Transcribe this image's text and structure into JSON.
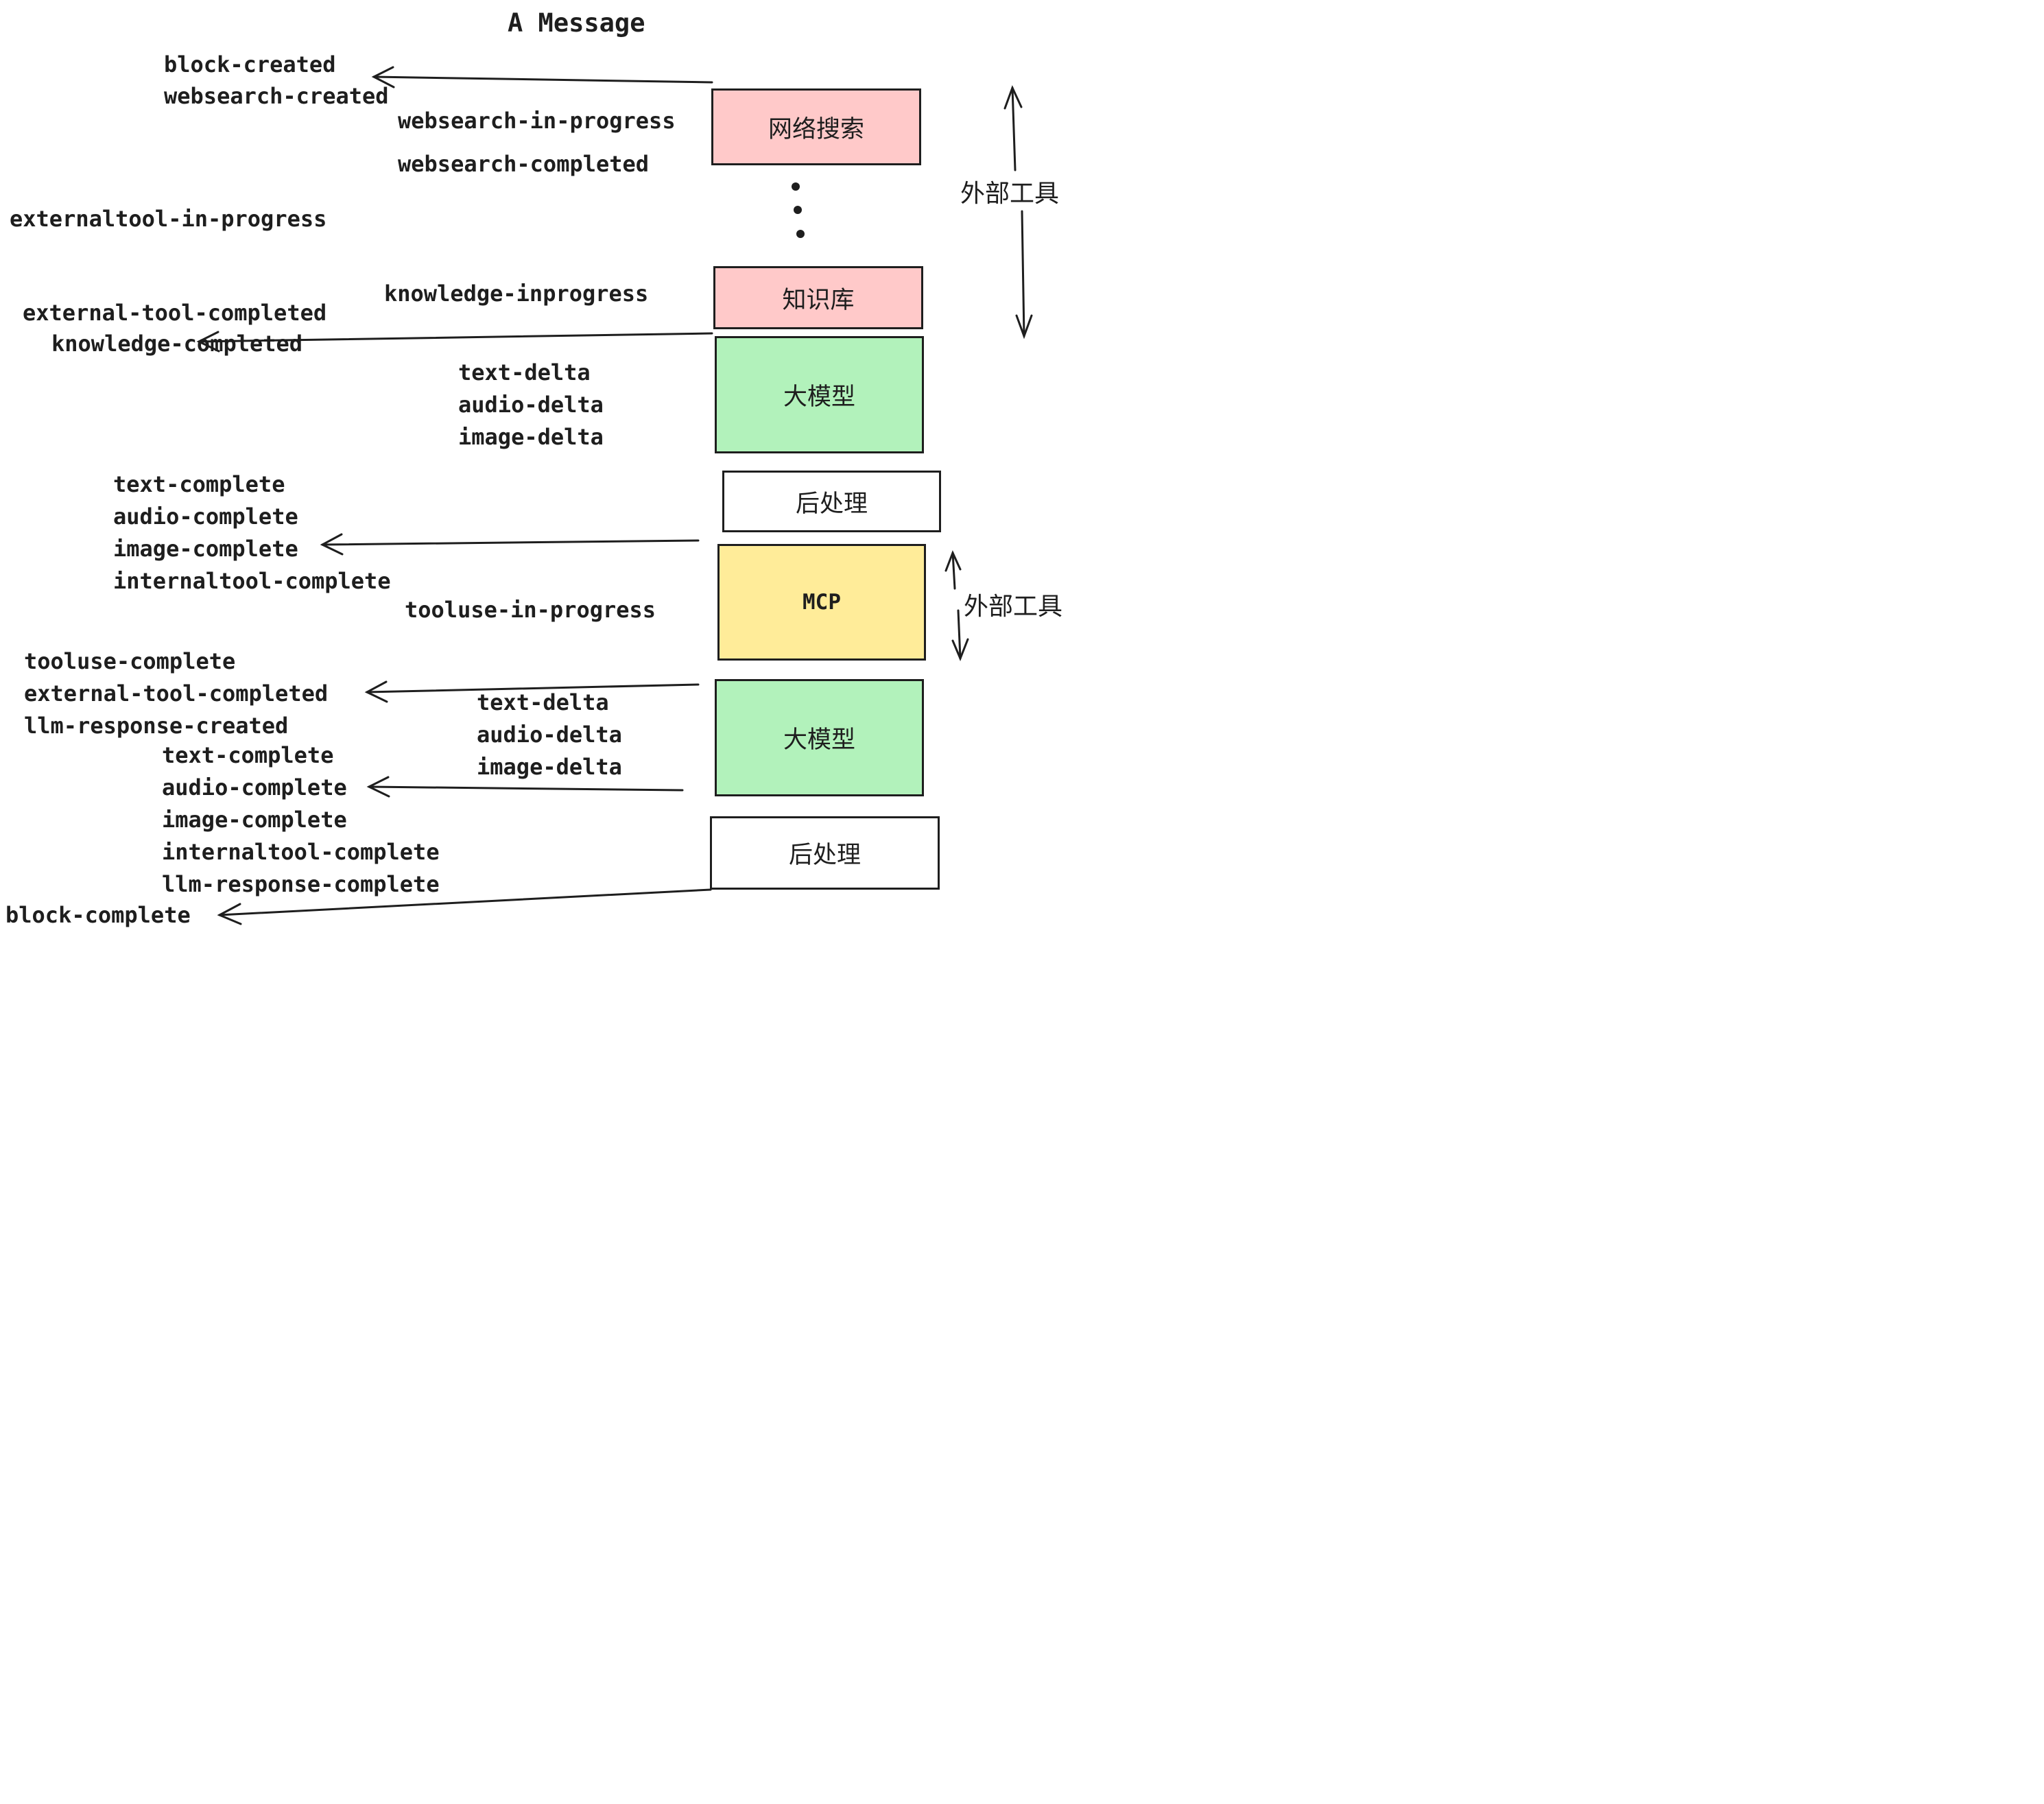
{
  "title": "A Message",
  "colors": {
    "pink": "#ffc9c9",
    "green": "#b2f2bb",
    "yellow": "#ffec99",
    "stroke": "#1e1e1e"
  },
  "boxes": {
    "websearch": "网络搜索",
    "knowledge": "知识库",
    "llm1": "大模型",
    "post1": "后处理",
    "mcp": "MCP",
    "llm2": "大模型",
    "post2": "后处理"
  },
  "side_labels": {
    "top": "外部工具",
    "middle": "外部工具"
  },
  "events": {
    "block_created": "block-created",
    "websearch_created": "websearch-created",
    "websearch_in_progress": "websearch-in-progress",
    "websearch_completed": "websearch-completed",
    "externaltool_in_progress": "externaltool-in-progress",
    "knowledge_inprogress": "knowledge-inprogress",
    "external_tool_completed": "external-tool-completed",
    "knowledge_completed": "knowledge-completed",
    "deltas1": [
      "text-delta",
      "audio-delta",
      "image-delta"
    ],
    "completes1": [
      "text-complete",
      "audio-complete",
      "image-complete",
      "internaltool-complete"
    ],
    "tooluse_in_progress": "tooluse-in-progress",
    "tooluse_complete": "tooluse-complete",
    "external_tool_completed2": "external-tool-completed",
    "llm_response_created": "llm-response-created",
    "deltas2": [
      "text-delta",
      "audio-delta",
      "image-delta"
    ],
    "completes2": [
      "text-complete",
      "audio-complete",
      "image-complete",
      "internaltool-complete",
      "llm-response-complete"
    ],
    "block_complete": "block-complete"
  }
}
